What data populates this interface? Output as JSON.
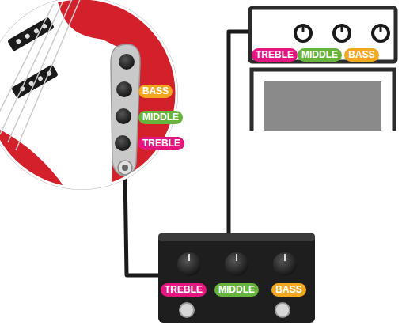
{
  "diagram": {
    "nodes": [
      {
        "text": [
          "TREBLE"
        ]
      },
      {
        "text": [
          "MIDDLE"
        ]
      },
      {
        "text": [
          "BASS"
        ]
      },
      {
        "text": [
          "BASS"
        ]
      },
      {
        "text": [
          "MIDDLE"
        ]
      },
      {
        "text": [
          "TREBLE"
        ]
      },
      {
        "text": [
          "TREBLE"
        ]
      },
      {
        "text": [
          "MIDDLE"
        ]
      },
      {
        "text": [
          "BASS"
        ]
      }
    ]
  }
}
